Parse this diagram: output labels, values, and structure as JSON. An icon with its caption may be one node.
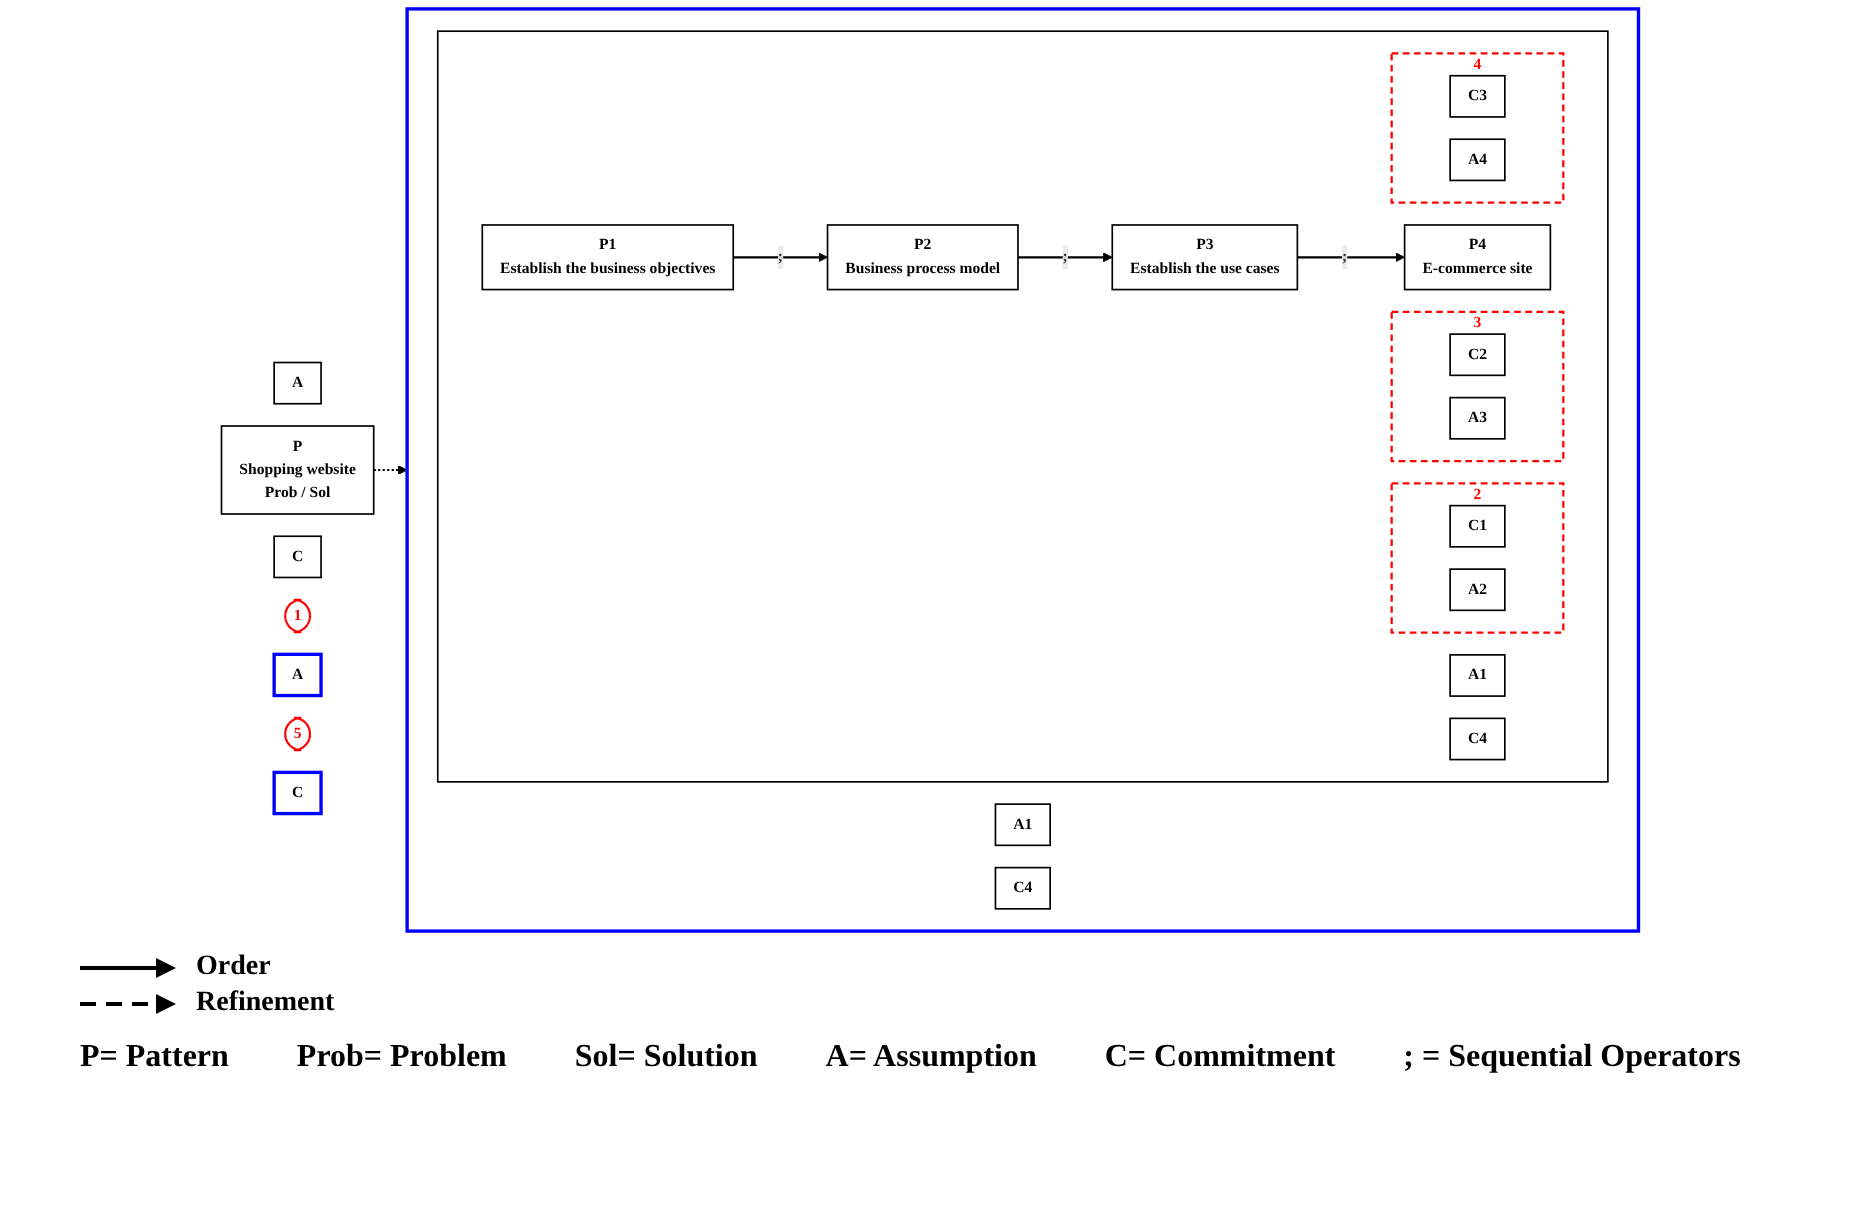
{
  "diagram": {
    "nodes": [
      {
        "text": [
          "A"
        ]
      },
      {
        "text": [
          "P",
          "Shopping website",
          "Prob / Sol"
        ]
      },
      {
        "text": [
          "C"
        ]
      },
      {
        "text": [
          "1"
        ]
      },
      {
        "text": [],
        "shape": "box"
      },
      {
        "text": [
          "A"
        ]
      },
      {
        "text": [
          "5"
        ]
      },
      {
        "text": [
          "C"
        ]
      },
      {
        "text": [],
        "shape": "box",
        "in": 4
      },
      {
        "text": [
          "A1"
        ],
        "in": 4
      },
      {
        "text": [
          "C4"
        ],
        "in": 4
      },
      {
        "text": [
          "A1"
        ],
        "in": 8
      },
      {
        "text": [
          "P1",
          "Establish the business objectives"
        ],
        "in": 8
      },
      {
        "text": [
          "2"
        ],
        "in": 8
      },
      {
        "text": [
          "C1"
        ],
        "in": 13
      },
      {
        "text": [
          "A2"
        ],
        "in": 13
      },
      {
        "text": [
          "P2",
          "Business process model"
        ],
        "in": 8
      },
      {
        "text": [
          "3"
        ],
        "in": 8
      },
      {
        "text": [
          "C2"
        ],
        "in": 17
      },
      {
        "text": [
          "A3"
        ],
        "in": 17
      },
      {
        "text": [
          "P3",
          "Establish the use cases"
        ],
        "in": 8
      },
      {
        "text": [
          "4"
        ],
        "in": 8
      },
      {
        "text": [
          "C3"
        ],
        "in": 21
      },
      {
        "text": [
          "A4"
        ],
        "in": 21
      },
      {
        "text": [
          "P4",
          "E-commerce site"
        ],
        "in": 8
      },
      {
        "text": [
          "C4"
        ],
        "in": 8
      }
    ],
    "edges": [
      {
        "from": 1,
        "to": 4,
        "arrow": "to",
        "style": "dashed"
      },
      {
        "from": 12,
        "to": 16,
        "arrow": "to",
        "label": ";"
      },
      {
        "from": 16,
        "to": 20,
        "arrow": "to",
        "label": ";"
      },
      {
        "from": 20,
        "to": 24,
        "arrow": "to",
        "label": ";"
      }
    ],
    "labels": [
      "P= Pattern",
      "Prob= Problem",
      "Sol= Solution",
      "A= Assumption",
      "C= Commitment",
      "; = Sequential Operators"
    ],
    "legend": [
      {
        "text": "Order"
      },
      {
        "text": "Refinement"
      }
    ]
  }
}
